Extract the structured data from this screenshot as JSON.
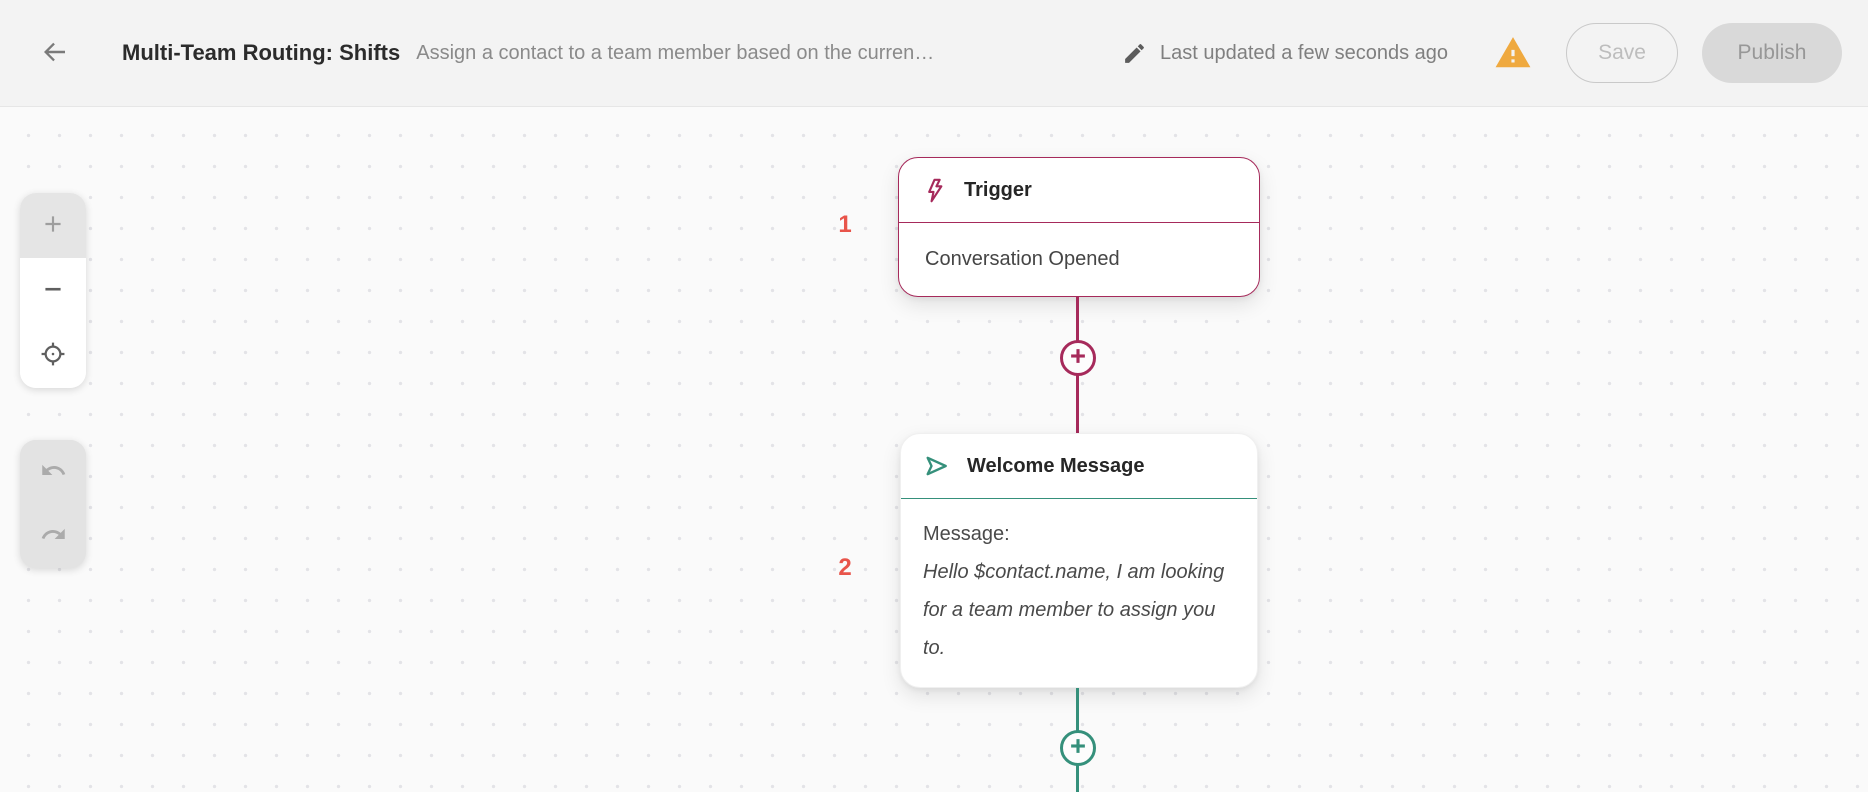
{
  "header": {
    "title": "Multi-Team Routing: Shifts",
    "subtitle": "Assign a contact to a team member based on the current ...",
    "last_updated": "Last updated a few seconds ago",
    "save_label": "Save",
    "publish_label": "Publish"
  },
  "toolbar": {
    "zoom_in": "zoom-in",
    "zoom_out": "zoom-out",
    "center_view": "center-view",
    "undo": "undo",
    "redo": "redo"
  },
  "workflow": {
    "trigger": {
      "step_number": "1",
      "title": "Trigger",
      "body": "Conversation Opened"
    },
    "welcome": {
      "step_number": "2",
      "title": "Welcome Message",
      "message_label": "Message:",
      "message": "Hello $contact.name, I am looking for a team member to assign you to."
    }
  },
  "colors": {
    "trigger_accent": "#A62A5B",
    "message_accent": "#35907B",
    "step_number": "#E8544A",
    "warning": "#EFA93F",
    "header_bg": "#F3F3F3",
    "canvas_bg": "#FAFAFA",
    "canvas_dot": "#E3E3E7"
  }
}
